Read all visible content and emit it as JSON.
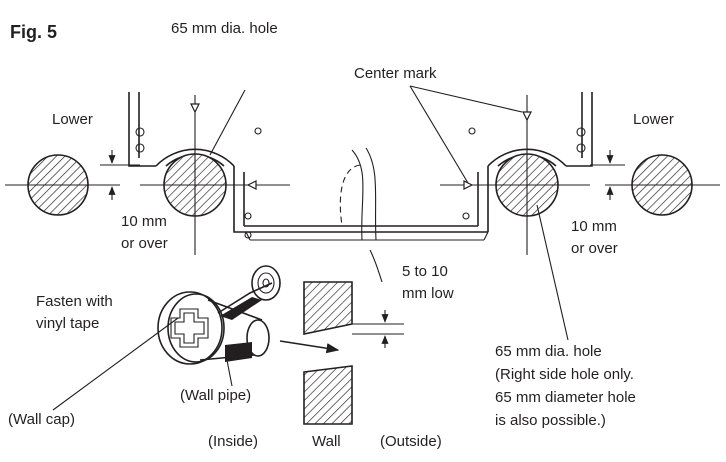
{
  "figure": {
    "title": "Fig. 5",
    "labels": {
      "hole_top": "65 mm dia. hole",
      "center_mark": "Center mark",
      "lower_left": "Lower",
      "lower_right": "Lower",
      "clearance_left_1": "10 mm",
      "clearance_left_2": "or over",
      "clearance_right_1": "10 mm",
      "clearance_right_2": "or over",
      "slope_1": "5 to 10",
      "slope_2": "mm low",
      "fasten_1": "Fasten with",
      "fasten_2": "vinyl tape",
      "hole_right_1": "65 mm dia. hole",
      "hole_right_2": "(Right side hole only.",
      "hole_right_3": "65 mm diameter hole",
      "hole_right_4": "is also possible.)",
      "wall_pipe": "(Wall pipe)",
      "wall_cap": "(Wall cap)",
      "inside": "(Inside)",
      "wall": "Wall",
      "outside": "(Outside)"
    }
  }
}
